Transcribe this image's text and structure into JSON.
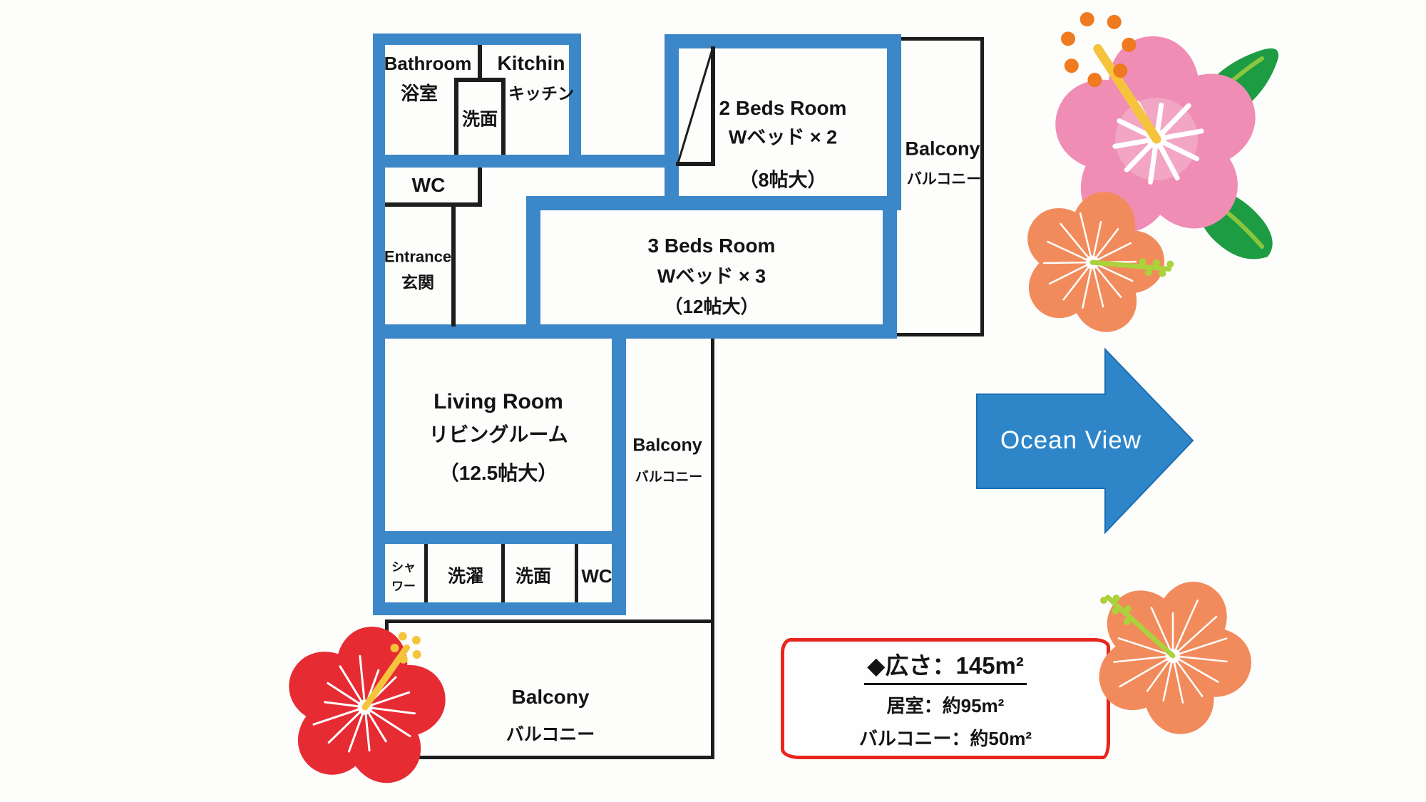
{
  "colors": {
    "wall_blue": "#3b87c8",
    "wall_black": "#1d1d1d",
    "text_black": "#141414",
    "arrow_blue": "#2e86c9",
    "arrow_border": "#1a6db2",
    "info_red": "#e8251e",
    "flower_red": "#e62b33",
    "flower_pink": "#ef8db5",
    "flower_pink_light": "#f4abc8",
    "flower_orange": "#f28b5c",
    "leaf_green": "#1d9c43",
    "leaf_vein": "#8cc63f",
    "pistil_yellow": "#f5c43c",
    "stamen_green": "#abd23c",
    "dot_orange": "#ef7a1f"
  },
  "rooms": {
    "bathroom": {
      "en": "Bathroom",
      "ja": "浴室"
    },
    "washroom_top": {
      "ja": "洗面"
    },
    "kitchen": {
      "en": "Kitchin",
      "ja": "キッチン"
    },
    "wc_top": {
      "en": "WC"
    },
    "entrance": {
      "en": "Entrance",
      "ja": "玄関"
    },
    "bedroom2": {
      "en": "2 Beds Room",
      "beds": "Wベッド × 2",
      "size": "（8帖大）"
    },
    "bedroom3": {
      "en": "3 Beds Room",
      "beds": "Wベッド × 3",
      "size": "（12帖大）"
    },
    "living": {
      "en": "Living Room",
      "ja": "リビングルーム",
      "size": "（12.5帖大）"
    },
    "shower": {
      "ja1": "シャ",
      "ja2": "ワー"
    },
    "laundry": {
      "ja": "洗濯"
    },
    "washroom_bottom": {
      "ja": "洗面"
    },
    "wc_bottom": {
      "en": "WC"
    }
  },
  "balconies": {
    "right": {
      "en": "Balcony",
      "ja": "バルコニー"
    },
    "middle": {
      "en": "Balcony",
      "ja": "バルコニー"
    },
    "bottom": {
      "en": "Balcony",
      "ja": "バルコニー"
    }
  },
  "ocean_arrow": {
    "label": "Ocean View"
  },
  "info_box": {
    "area_total": "◆広さ：145m²",
    "area_rooms": "居室：約95m²",
    "area_balcony": "バルコニー：約50m²"
  }
}
